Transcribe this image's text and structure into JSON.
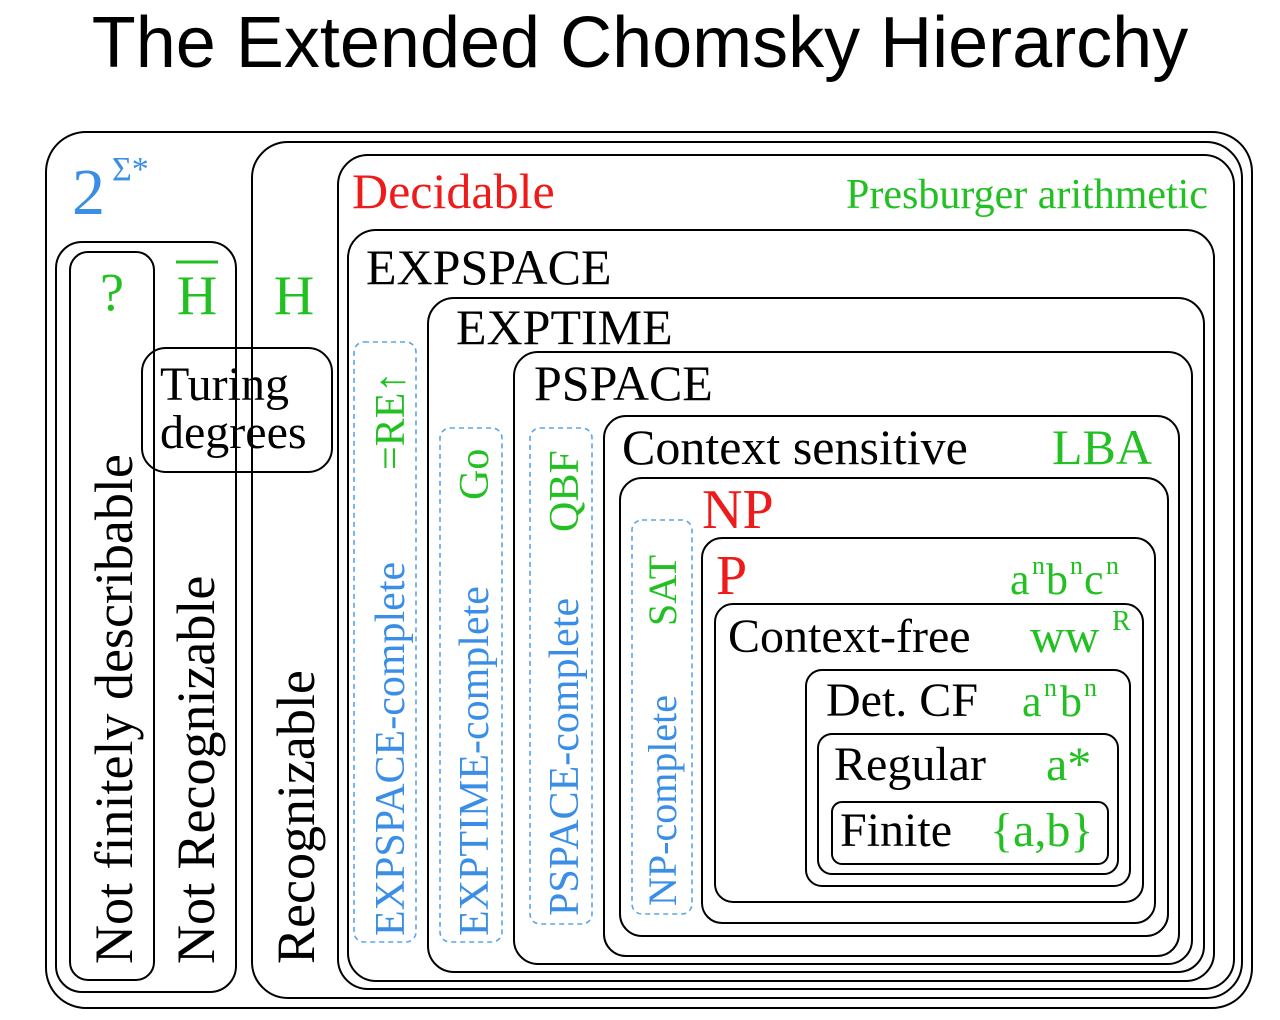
{
  "title": "The Extended Chomsky Hierarchy",
  "colors": {
    "black": "#000000",
    "red": "#ee1b1b",
    "green": "#22c022",
    "blue": "#3a8ee6"
  },
  "labels": {
    "power_set_base": "2",
    "power_set_exp": "Σ*",
    "not_finitely_describable": "Not finitely describable",
    "unknown_example": "?",
    "not_recognizable": "Not Recognizable",
    "h_complement": "H",
    "turing_degrees_line1": "Turing",
    "turing_degrees_line2": "degrees",
    "recognizable": "Recognizable",
    "h": "H",
    "decidable": "Decidable",
    "presburger": "Presburger arithmetic",
    "expspace": "EXPSPACE",
    "expspace_complete": "EXPSPACE-complete",
    "expspace_example": "=RE↑",
    "exptime": "EXPTIME",
    "exptime_complete": "EXPTIME-complete",
    "exptime_example": "Go",
    "pspace": "PSPACE",
    "pspace_complete": "PSPACE-complete",
    "pspace_example": "QBF",
    "context_sensitive": "Context sensitive",
    "lba": "LBA",
    "np": "NP",
    "np_complete": "NP-complete",
    "np_example": "SAT",
    "p": "P",
    "anbncn": "a",
    "anbncn_sup": "n",
    "anbncn_b": "b",
    "anbncn_c": "c",
    "context_free": "Context-free",
    "wwr": "ww",
    "wwr_sup": "R",
    "det_cf": "Det. CF",
    "anbn_a": "a",
    "anbn_b": "b",
    "anbn_sup": "n",
    "regular": "Regular",
    "astar": "a*",
    "finite": "Finite",
    "finite_example": "{a,b}"
  }
}
